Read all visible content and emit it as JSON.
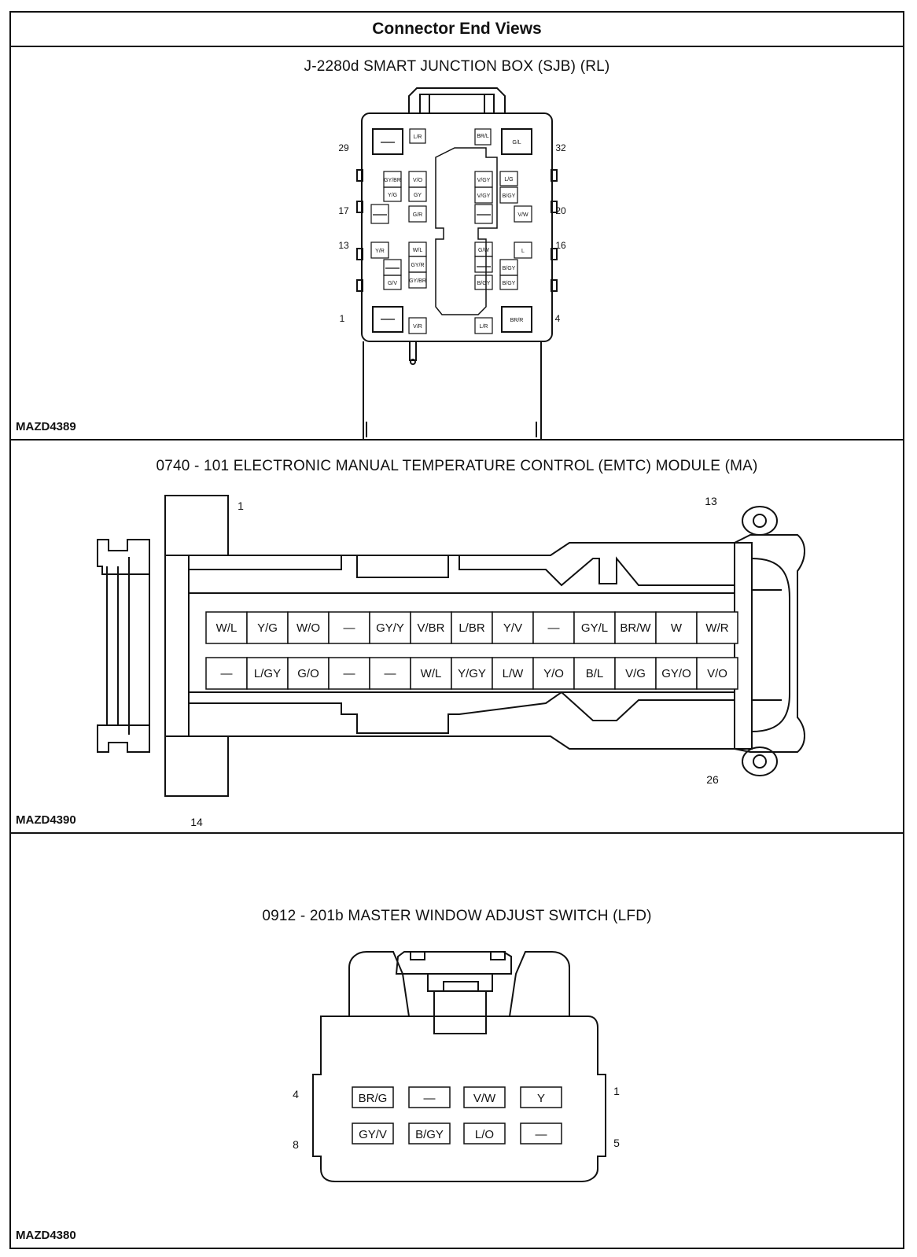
{
  "header": {
    "title": "Connector End Views"
  },
  "connectors": [
    {
      "title": "J-2280d SMART JUNCTION BOX (SJB) (RL)",
      "code": "MAZD4389",
      "pin_numbers": [
        "29",
        "32",
        "17",
        "20",
        "13",
        "16",
        "1",
        "4"
      ],
      "cavities": [
        "L/R",
        "BR/L",
        "G/L",
        "GY/BR",
        "V/O",
        "V/GY",
        "L/G",
        "Y/G",
        "GY",
        "V/GY",
        "B/GY",
        "G/R",
        "V/W",
        "Y/R",
        "W/L",
        "G/W",
        "L",
        "GY/R",
        "B/GY",
        "G/V",
        "GY/BR",
        "B/GY",
        "B/GY",
        "V/R",
        "L/R",
        "BR/R"
      ]
    },
    {
      "title": "0740 - 101 ELECTRONIC MANUAL TEMPERATURE CONTROL (EMTC) MODULE (MA)",
      "code": "MAZD4390",
      "pin_numbers": [
        "1",
        "13",
        "14",
        "26"
      ],
      "row_top": [
        "W/L",
        "Y/G",
        "W/O",
        "—",
        "GY/Y",
        "V/BR",
        "L/BR",
        "Y/V",
        "—",
        "GY/L",
        "BR/W",
        "W",
        "W/R"
      ],
      "row_bottom": [
        "—",
        "L/GY",
        "G/O",
        "—",
        "—",
        "W/L",
        "Y/GY",
        "L/W",
        "Y/O",
        "B/L",
        "V/G",
        "GY/O",
        "V/O"
      ]
    },
    {
      "title": "0912 - 201b MASTER WINDOW ADJUST SWITCH (LFD)",
      "code": "MAZD4380",
      "pin_numbers": [
        "4",
        "1",
        "8",
        "5"
      ],
      "row_top": [
        "BR/G",
        "—",
        "V/W",
        "Y"
      ],
      "row_bottom": [
        "GY/V",
        "B/GY",
        "L/O",
        "—"
      ]
    }
  ]
}
